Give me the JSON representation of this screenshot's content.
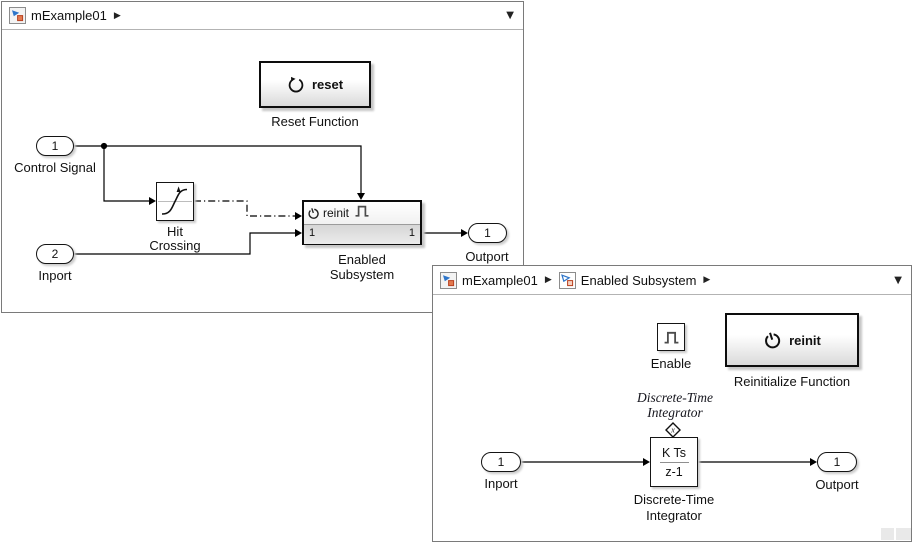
{
  "glyphs": {
    "chevron": "▶",
    "dropdown": "▼"
  },
  "colors": {
    "window_border": "#7a7a7a",
    "wire": "#000000",
    "block_border": "#0d0d0d",
    "accent_blue": "#2e75c9",
    "accent_red": "#cf4a2a",
    "block_gradient_end": "#dadada"
  },
  "w1": {
    "crumbs": [
      {
        "label": "mExample01"
      }
    ],
    "blocks": {
      "reset_fn": {
        "text": "reset",
        "label": "Reset Function"
      },
      "cs_in": {
        "num": "1",
        "label": "Control Signal"
      },
      "hit": {
        "l1": "Hit",
        "l2": "Crossing"
      },
      "in2": {
        "num": "2",
        "label": "Inport"
      },
      "subsys": {
        "reinit": "reinit",
        "pin": "1",
        "pout": "1",
        "l1": "Enabled",
        "l2": "Subsystem"
      },
      "out": {
        "num": "1",
        "label": "Outport"
      }
    }
  },
  "w2": {
    "crumbs": [
      {
        "label": "mExample01"
      },
      {
        "label": "Enabled Subsystem"
      }
    ],
    "blocks": {
      "enable": {
        "label": "Enable"
      },
      "reinit_fn": {
        "text": "reinit",
        "label": "Reinitialize Function"
      },
      "note": {
        "l1": "Discrete-Time",
        "l2": "Integrator"
      },
      "dti": {
        "num": "K Ts",
        "den": "z-1",
        "badge": "x",
        "l1": "Discrete-Time",
        "l2": "Integrator"
      },
      "in": {
        "num": "1",
        "label": "Inport"
      },
      "out": {
        "num": "1",
        "label": "Outport"
      }
    }
  }
}
